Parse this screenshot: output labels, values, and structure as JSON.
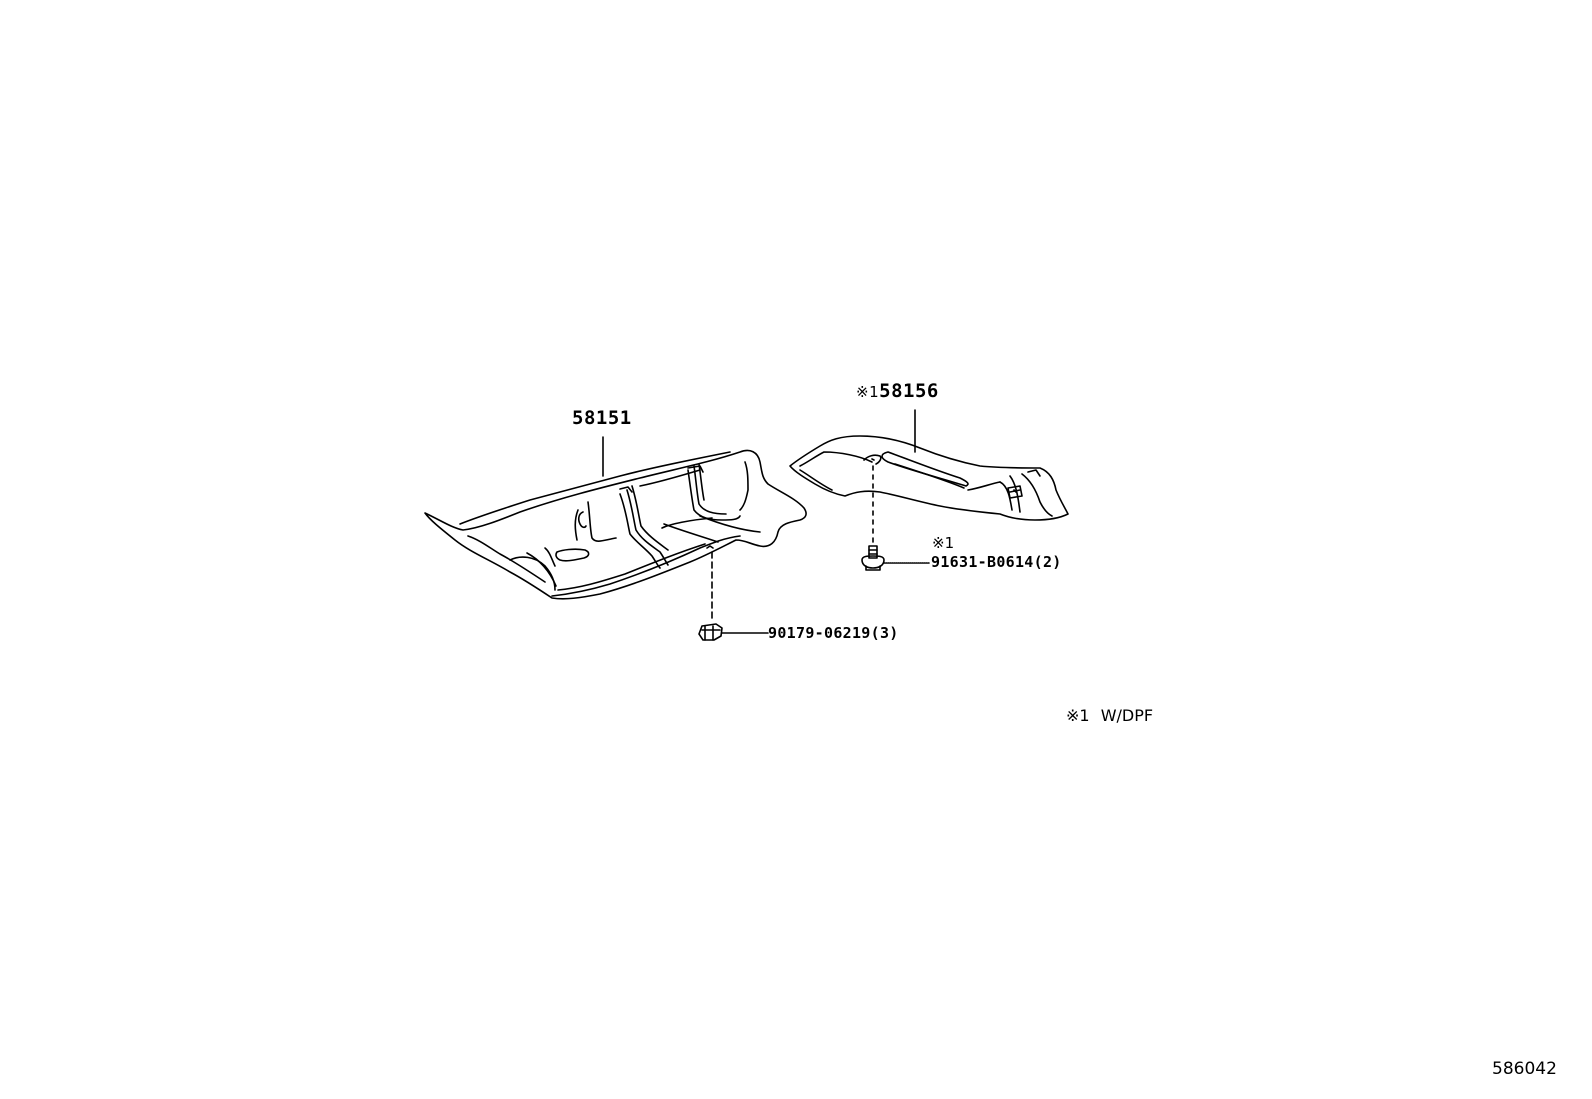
{
  "diagram": {
    "type": "exploded parts diagram",
    "id": "586042",
    "parts": [
      {
        "part_number": "58151",
        "description": "floor heat insulator (front)",
        "note_mark": ""
      },
      {
        "part_number": "58156",
        "description": "floor heat insulator (rear)",
        "note_mark": "※1"
      },
      {
        "part_number": "90179-06219",
        "quantity": "(3)",
        "description": "nut",
        "note_mark": ""
      },
      {
        "part_number": "91631-B0614",
        "quantity": "(2)",
        "description": "bolt",
        "note_mark": "※1"
      }
    ],
    "legend": [
      {
        "mark": "※1",
        "meaning": "W/DPF"
      }
    ]
  },
  "labels": {
    "p58151": "58151",
    "p58156_mark": "※1",
    "p58156": "58156",
    "p90179": "90179-06219",
    "p90179_qty": "(3)",
    "p91631_mark": "※1",
    "p91631": "91631-B0614",
    "p91631_qty": "(2)",
    "legend_mark": "※1",
    "legend_text": "W/DPF",
    "diagram_id": "586042"
  }
}
